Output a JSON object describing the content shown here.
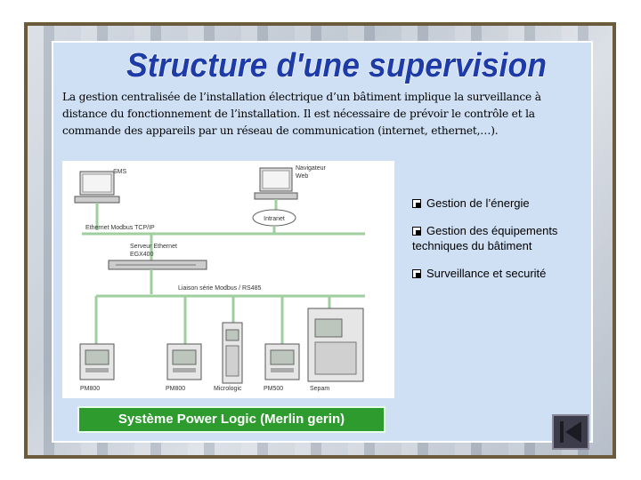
{
  "slide": {
    "title": "Structure d'une supervision",
    "intro": "La gestion centralisée de l’installation électrique d’un bâtiment implique la surveillance à distance du fonctionnement de l’installation. Il est nécessaire de prévoir le contrôle et la commande des appareils par un réseau de communication (internet, ethernet,…).",
    "bullets": [
      {
        "label": "Gestion de l’énergie"
      },
      {
        "label": "Gestion des équipements techniques du bâtiment"
      },
      {
        "label": "Surveillance et securité"
      }
    ],
    "caption": "Système Power Logic (Merlin gerin)"
  },
  "diagram": {
    "sms_label": "SMS",
    "browser_label_1": "Navigateur",
    "browser_label_2": "Web",
    "intranet_label": "Intranet",
    "ethernet_label": "Ethernet Modbus TCP/IP",
    "server_label_1": "Serveur Ethernet",
    "server_label_2": "EGX400",
    "serial_label": "Liaison série Modbus / RS485",
    "devices": [
      "PM800",
      "PM800",
      "Micrologic",
      "PM500",
      "Sepam"
    ]
  },
  "colors": {
    "title": "#1e3ca8",
    "panel": "#cfe0f4",
    "network_line": "#9fcf9f",
    "caption_bg": "#2e9b2e"
  },
  "icons": {
    "bullet": "checkbox-bullet-icon",
    "nav": "skip-back-icon"
  }
}
